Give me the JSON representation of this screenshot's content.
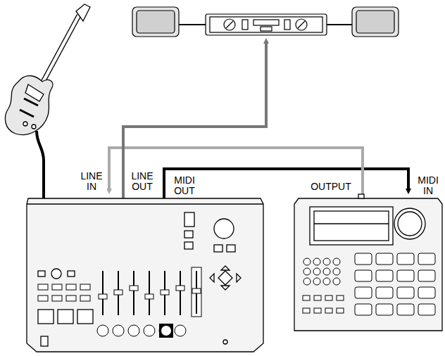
{
  "diagram": {
    "labels": [
      "LINE IN",
      "LINE OUT",
      "MIDI OUT",
      "OUTPUT",
      "MIDI IN"
    ]
  }
}
